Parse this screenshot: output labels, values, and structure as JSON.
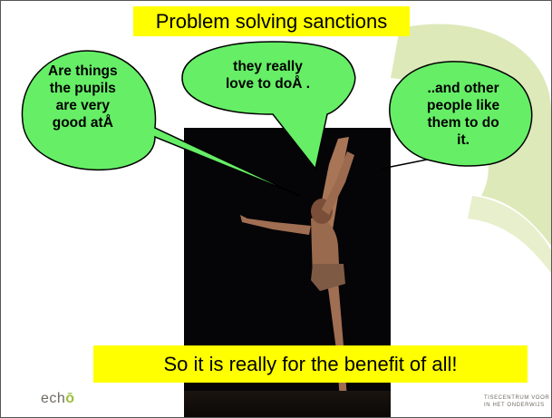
{
  "slide": {
    "title": "Problem solving sanctions",
    "bubbles": [
      {
        "lines": [
          "Are things",
          "the pupils",
          "are very",
          "good atÅ"
        ]
      },
      {
        "lines": [
          "they really",
          "love to doÅ ."
        ]
      },
      {
        "lines": [
          "..and other",
          "people like",
          "them to do",
          "it."
        ]
      }
    ],
    "banner": "So it is really for the benefit of all!",
    "logo": {
      "text": "ech"
    },
    "footer_lines": [
      "TISECENTRUM VOOR",
      "IN HET ONDERWIJS"
    ]
  },
  "colors": {
    "highlight": "#ffff00",
    "bubble_fill": "#66ee66",
    "decor_green": "#dde9b9",
    "logo_green": "#9cbe3c"
  }
}
